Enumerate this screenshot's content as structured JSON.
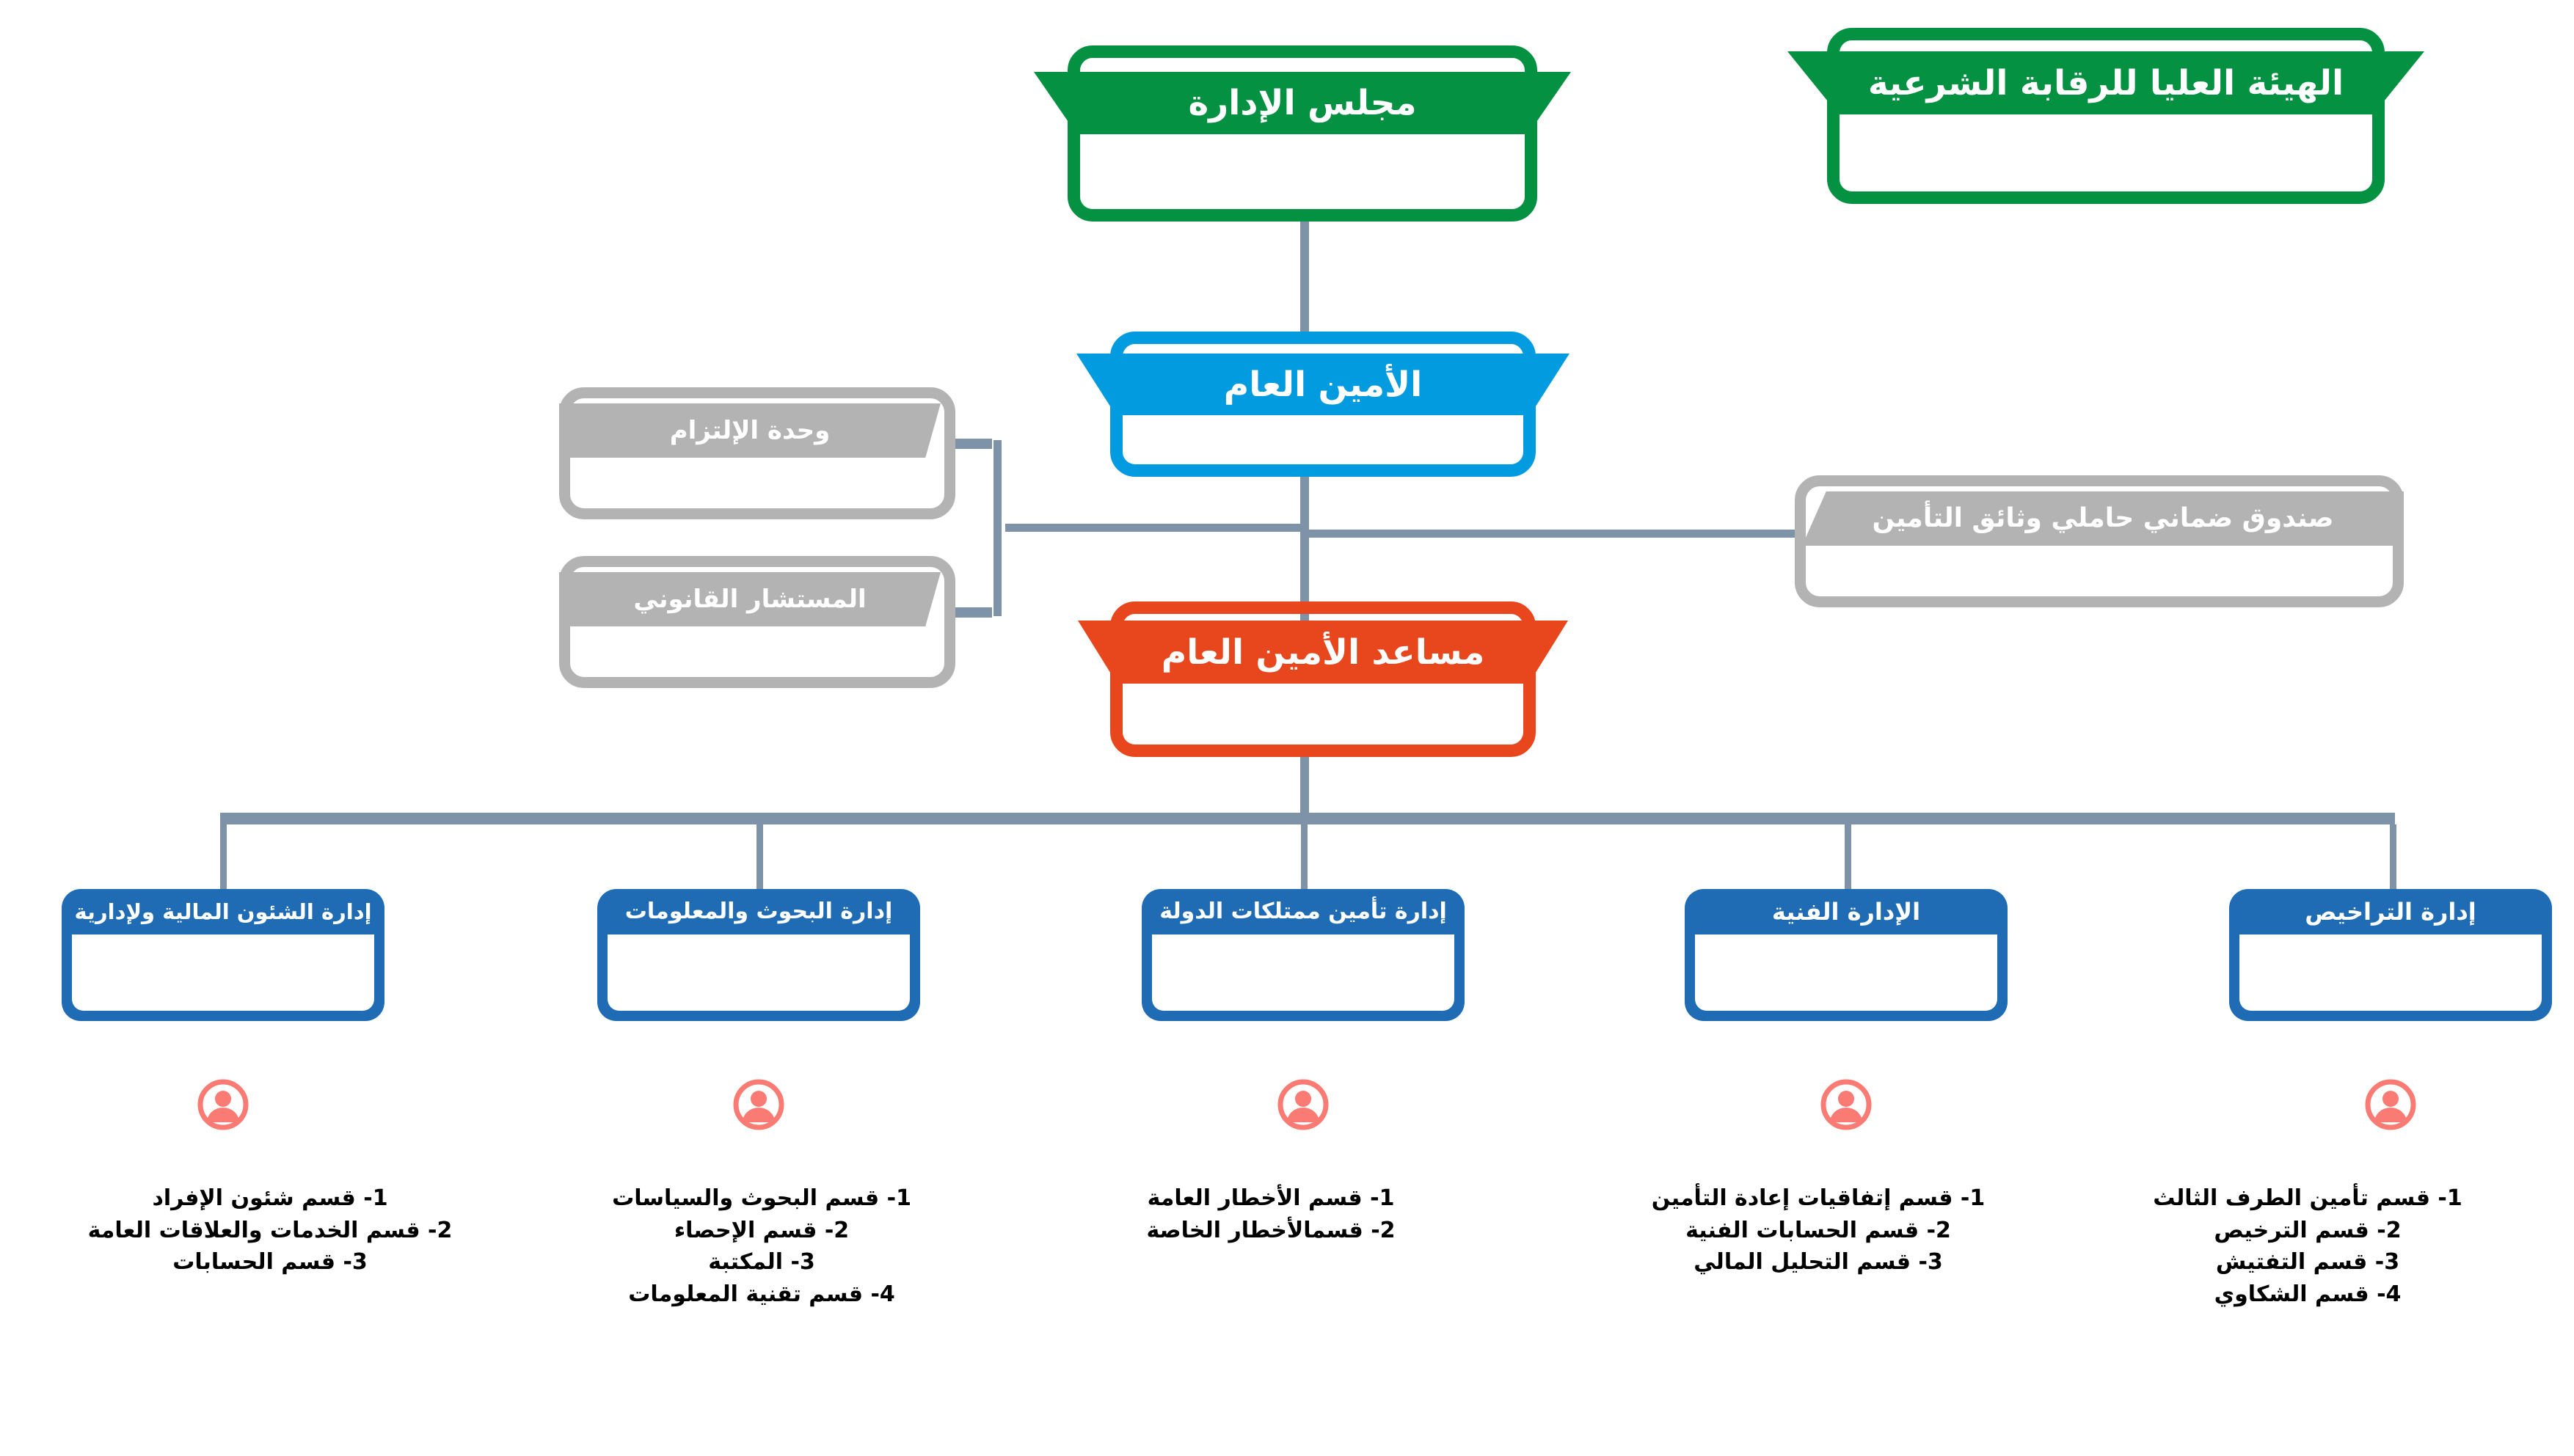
{
  "colors": {
    "green": "#049141",
    "cyan": "#039BE0",
    "orange": "#E8471D",
    "dept_blue": "#1F6CB4",
    "gray": "#B3B3B3",
    "connector": "#7E93A8",
    "person": "#FA7B74",
    "white": "#FFFFFF",
    "text_black": "#000000"
  },
  "top": {
    "board": {
      "label": "مجلس الإدارة",
      "icon": "board-node"
    },
    "shariah": {
      "label": "الهيئة العليا للرقابة الشرعية",
      "icon": "shariah-node"
    }
  },
  "executive": {
    "secretary_general": {
      "label": "الأمين العام"
    },
    "assistant_secretary_general": {
      "label": "مساعد الأمين العام"
    }
  },
  "staff": {
    "compliance_unit": {
      "label": "وحدة الإلتزام"
    },
    "legal_advisor": {
      "label": "المستشار القانوني"
    },
    "guarantee_fund": {
      "label": "صندوق ضماني حاملي وثائق التأمين"
    }
  },
  "departments": [
    {
      "id": "licensing",
      "title": "إدارة التراخيص",
      "person_icon": "person-icon",
      "sections": [
        "1- قسم تأمين الطرف الثالث",
        "2- قسم الترخيص",
        "3- قسم التفتيش",
        "4- قسم الشكاوي"
      ]
    },
    {
      "id": "technical",
      "title": "الإدارة الفنية",
      "person_icon": "person-icon",
      "sections": [
        "1- قسم إتفاقيات إعادة التأمين",
        "2- قسم الحسابات الفنية",
        "3- قسم التحليل المالي"
      ]
    },
    {
      "id": "state-property-insurance",
      "title": "إدارة تأمين ممتلكات الدولة",
      "person_icon": "person-icon",
      "sections": [
        "1- قسم الأخطار العامة",
        "2- قسمالأخطار الخاصة"
      ]
    },
    {
      "id": "research-information",
      "title": "إدارة البحوث والمعلومات",
      "person_icon": "person-icon",
      "sections": [
        "1- قسم البحوث والسياسات",
        "2- قسم الإحصاء",
        "3- المكتبة",
        "4- قسم تقنية المعلومات"
      ]
    },
    {
      "id": "financial-administrative",
      "title": "إدارة الشئون المالية ولإدارية",
      "person_icon": "person-icon",
      "sections": [
        "1- قسم شئون الإفراد",
        "2- قسم الخدمات والعلاقات العامة",
        "3- قسم الحسابات"
      ]
    }
  ]
}
